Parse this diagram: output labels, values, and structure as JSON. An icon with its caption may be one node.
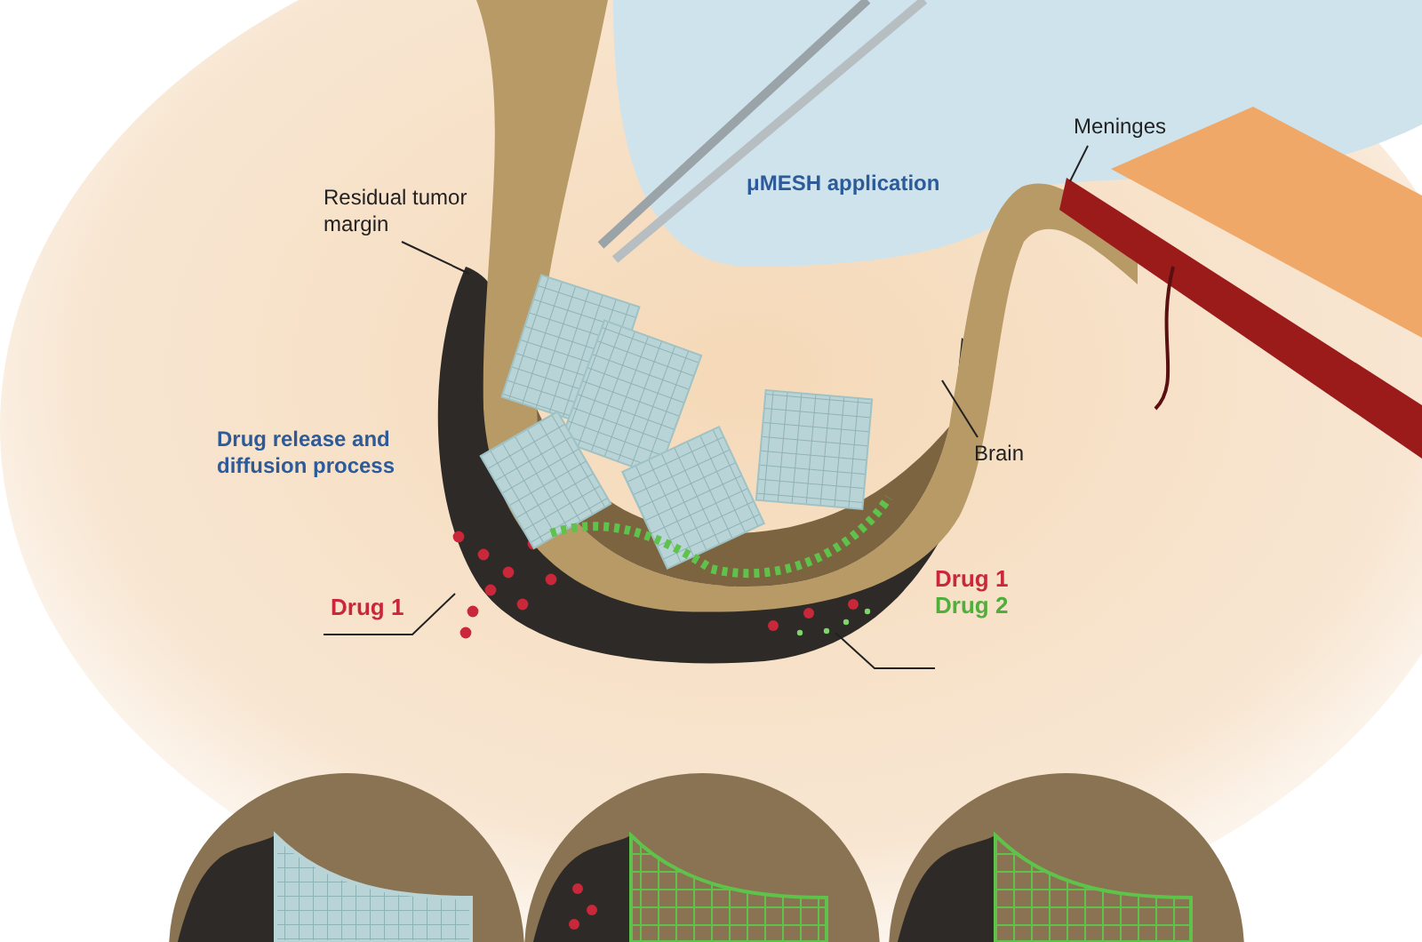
{
  "diagram": {
    "nodes": [
      {
        "text": [
          "Residual tumor margin"
        ]
      },
      {
        "text": [],
        "shape": "picture"
      },
      {
        "text": [
          "Meninges"
        ]
      },
      {
        "text": [],
        "shape": "picture"
      },
      {
        "text": [
          "Brain"
        ]
      },
      {
        "text": [],
        "shape": "picture"
      },
      {
        "text": [
          "Drug 1"
        ]
      },
      {
        "text": [],
        "shape": "picture",
        "in": 1
      },
      {
        "text": [
          "Drug 1",
          "Drug 2"
        ]
      },
      {
        "text": [],
        "shape": "picture",
        "in": 1
      }
    ],
    "edges": [
      {
        "from": 0,
        "to": 1,
        "arrow": "none"
      },
      {
        "from": 2,
        "to": 3,
        "arrow": "none"
      },
      {
        "from": 4,
        "to": 5,
        "arrow": "none"
      },
      {
        "from": 6,
        "to": 7,
        "arrow": "none"
      },
      {
        "from": 8,
        "to": 9,
        "arrow": "none"
      }
    ],
    "labels": [
      "μMESH application",
      "Drug release and diffusion process"
    ]
  }
}
